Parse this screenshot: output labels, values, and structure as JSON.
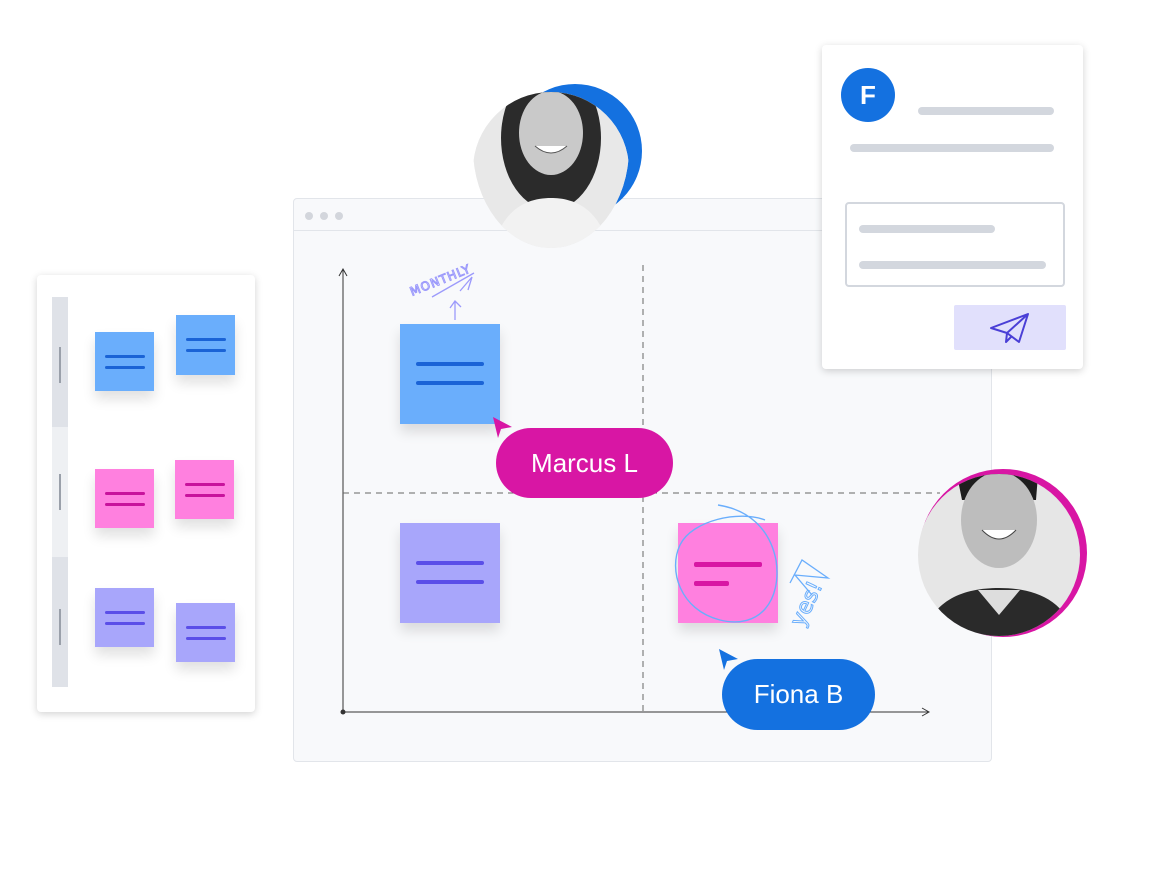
{
  "board": {
    "title_dots": 3
  },
  "annotations": {
    "monthly": "MONTHLY",
    "yes": "yes!"
  },
  "cursors": {
    "marcus": {
      "label": "Marcus L",
      "color": "#d816a4"
    },
    "fiona": {
      "label": "Fiona B",
      "color": "#1471e0"
    }
  },
  "comment": {
    "avatar_initial": "F",
    "send_icon": "paper-plane-icon"
  },
  "colors": {
    "blue": "#6aaefc",
    "pink": "#ff80df",
    "purple": "#a8a6fb",
    "accent_blue": "#1471e0",
    "accent_pink": "#d816a4"
  }
}
